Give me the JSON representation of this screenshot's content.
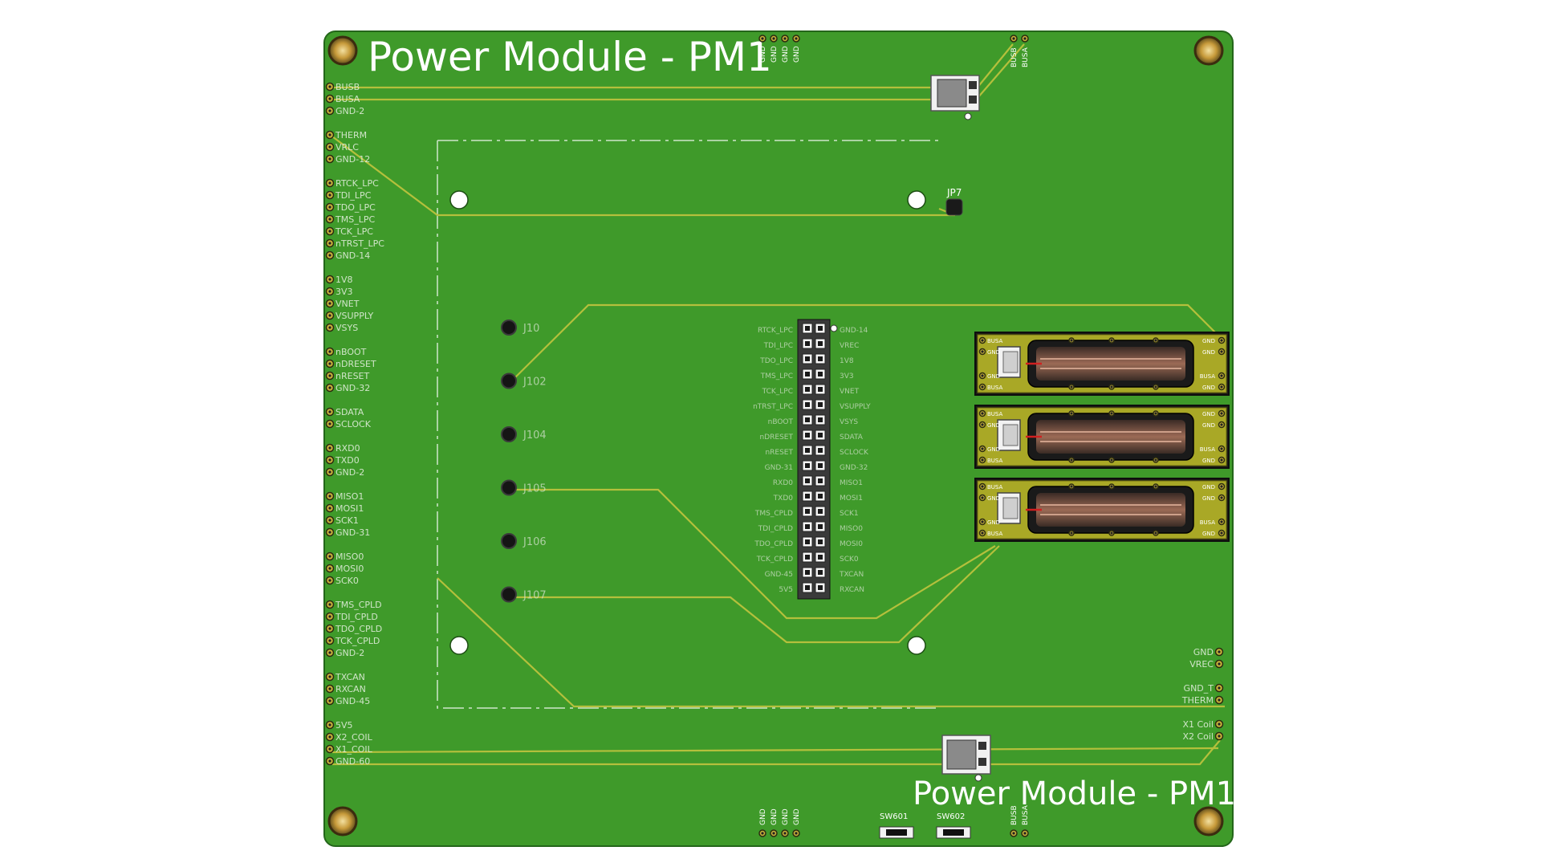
{
  "board": {
    "title_top": "Power Module - PM1",
    "title_bottom": "Power Module - PM1",
    "colors": {
      "pcb": "#3f9a2a",
      "pcb_edge": "#2f7d1f",
      "trace": "#b9c23a",
      "silk": "#e9f2e4"
    }
  },
  "left_pins": [
    [
      "BUSB",
      "BUSA",
      "GND-2"
    ],
    [
      "THERM",
      "VRLC",
      "GND-12"
    ],
    [
      "RTCK_LPC",
      "TDI_LPC",
      "TDO_LPC",
      "TMS_LPC",
      "TCK_LPC",
      "nTRST_LPC",
      "GND-14"
    ],
    [
      "1V8",
      "3V3",
      "VNET",
      "VSUPPLY",
      "VSYS"
    ],
    [
      "nBOOT",
      "nDRESET",
      "nRESET",
      "GND-32"
    ],
    [
      "SDATA",
      "SCLOCK"
    ],
    [
      "RXD0",
      "TXD0",
      "GND-2"
    ],
    [
      "MISO1",
      "MOSI1",
      "SCK1",
      "GND-31"
    ],
    [
      "MISO0",
      "MOSI0",
      "SCK0"
    ],
    [
      "TMS_CPLD",
      "TDI_CPLD",
      "TDO_CPLD",
      "TCK_CPLD",
      "GND-2"
    ],
    [
      "TXCAN",
      "RXCAN",
      "GND-45"
    ],
    [
      "5V5",
      "X2_COIL",
      "X1_COIL",
      "GND-60"
    ]
  ],
  "top_gnd_pins": [
    "GND",
    "GND",
    "GND",
    "GND"
  ],
  "top_bus_pins": [
    "BUSB",
    "BUSA"
  ],
  "bottom_gnd_pins": [
    "GND",
    "GND",
    "GND",
    "GND"
  ],
  "bottom_bus_pins": [
    "BUSB",
    "BUSA"
  ],
  "right_pins": [
    [
      "GND",
      "VREC"
    ],
    [
      "GND_T",
      "THERM"
    ],
    [
      "X1 Coil",
      "X2 Coil"
    ]
  ],
  "jumper_label": "JP7",
  "test_points": [
    "J10",
    "J102",
    "J104",
    "J105",
    "J106",
    "J107"
  ],
  "header_left_labels": [
    "RTCK_LPC",
    "TDI_LPC",
    "TDO_LPC",
    "TMS_LPC",
    "TCK_LPC",
    "nTRST_LPC",
    "nBOOT",
    "nDRESET",
    "nRESET",
    "GND-31",
    "RXD0",
    "TXD0",
    "TMS_CPLD",
    "TDI_CPLD",
    "TDO_CPLD",
    "TCK_CPLD",
    "GND-45",
    "5V5"
  ],
  "header_right_labels": [
    "GND-14",
    "VREC",
    "1V8",
    "3V3",
    "VNET",
    "VSUPPLY",
    "VSYS",
    "SDATA",
    "SCLOCK",
    "GND-32",
    "MISO1",
    "MOSI1",
    "SCK1",
    "MISO0",
    "MOSI0",
    "SCK0",
    "TXCAN",
    "RXCAN"
  ],
  "modules": [
    {
      "pins_left": [
        "BUSA",
        "GND",
        "GND",
        "BUSA"
      ],
      "pins_right": [
        "GND",
        "GND",
        "BUSA",
        "GND"
      ]
    },
    {
      "pins_left": [
        "BUSA",
        "GND",
        "GND",
        "BUSA"
      ],
      "pins_right": [
        "GND",
        "GND",
        "BUSA",
        "GND"
      ]
    },
    {
      "pins_left": [
        "BUSA",
        "GND",
        "GND",
        "BUSA"
      ],
      "pins_right": [
        "GND",
        "GND",
        "BUSA",
        "GND"
      ]
    }
  ],
  "switches": [
    "SW601",
    "SW602"
  ]
}
